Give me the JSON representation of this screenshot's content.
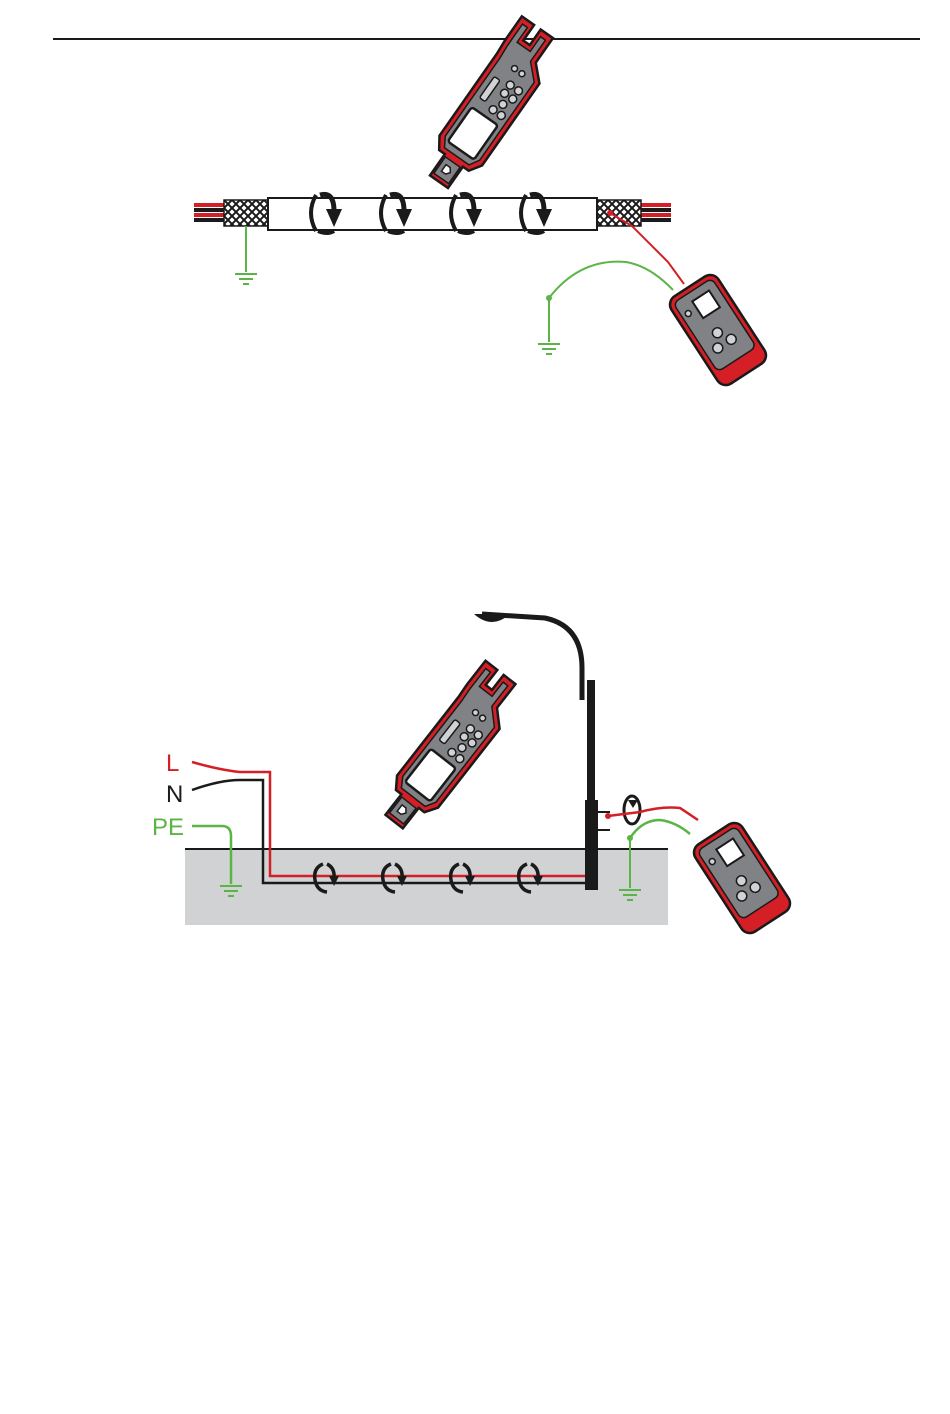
{
  "colors": {
    "line": "#1a1a1a",
    "red": "#d41f26",
    "green": "#5ab546",
    "device_gray": "#808285",
    "device_dark": "#414042",
    "ground_fill": "#d1d2d4",
    "screen": "#ffffff"
  },
  "diagram2": {
    "labels": {
      "L": "L",
      "N": "N",
      "PE": "PE"
    }
  },
  "icons": {
    "receiver": "clamp-receiver-icon",
    "transmitter": "transmitter-icon",
    "ground": "ground-symbol-icon",
    "signal_arrow": "rotating-arrow-icon",
    "street_lamp": "street-lamp-icon"
  }
}
